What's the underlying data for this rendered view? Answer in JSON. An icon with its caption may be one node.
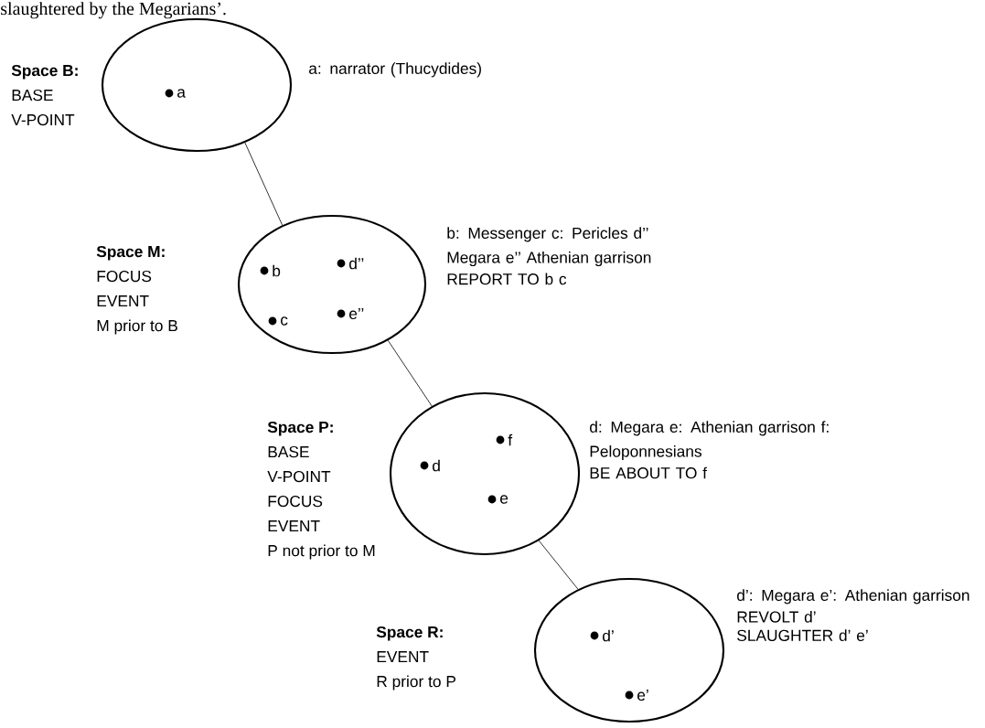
{
  "diagram": {
    "nodes": [
      {
        "text": [],
        "shape": "circle",
        "beside": [
          "Space B:",
          "BASE",
          "V-POINT",
          "a: narrator (Thucydides)"
        ]
      },
      {
        "text": [
          "a"
        ],
        "in": 0
      },
      {
        "text": [],
        "shape": "circle",
        "beside": [
          "Space M:",
          "FOCUS",
          "EVENT",
          "M prior to B",
          "b: Messenger c: Pericles d’’ Megara e’’ Athenian garrison",
          "REPORT TO b c"
        ]
      },
      {
        "text": [
          "b"
        ],
        "in": 2
      },
      {
        "text": [
          "d’’"
        ],
        "in": 2
      },
      {
        "text": [
          "c"
        ],
        "in": 2
      },
      {
        "text": [
          "e’’"
        ],
        "in": 2
      },
      {
        "text": [],
        "shape": "circle",
        "beside": [
          "Space P:",
          "BASE",
          "V-POINT",
          "FOCUS",
          "EVENT",
          "P not prior to M",
          "d: Megara e: Athenian garrison f: Peloponnesians",
          "BE ABOUT TO f"
        ]
      },
      {
        "text": [
          "f"
        ],
        "in": 7
      },
      {
        "text": [
          "d"
        ],
        "in": 7
      },
      {
        "text": [
          "e"
        ],
        "in": 7
      },
      {
        "text": [],
        "shape": "circle",
        "beside": [
          "Space R:",
          "EVENT",
          "R prior to P",
          "d’: Megara e’: Athenian garrison",
          "REVOLT d’",
          "SLAUGHTER d’ e’"
        ]
      },
      {
        "text": [
          "d’"
        ],
        "in": 11
      },
      {
        "text": [
          "e’"
        ],
        "in": 11
      }
    ],
    "edges": [
      {
        "from": 0,
        "to": 2,
        "arrow": "none"
      },
      {
        "from": 2,
        "to": 7,
        "arrow": "none"
      },
      {
        "from": 7,
        "to": 11,
        "arrow": "none"
      }
    ],
    "labels": [
      "slaughtered by the Megarians’."
    ]
  }
}
